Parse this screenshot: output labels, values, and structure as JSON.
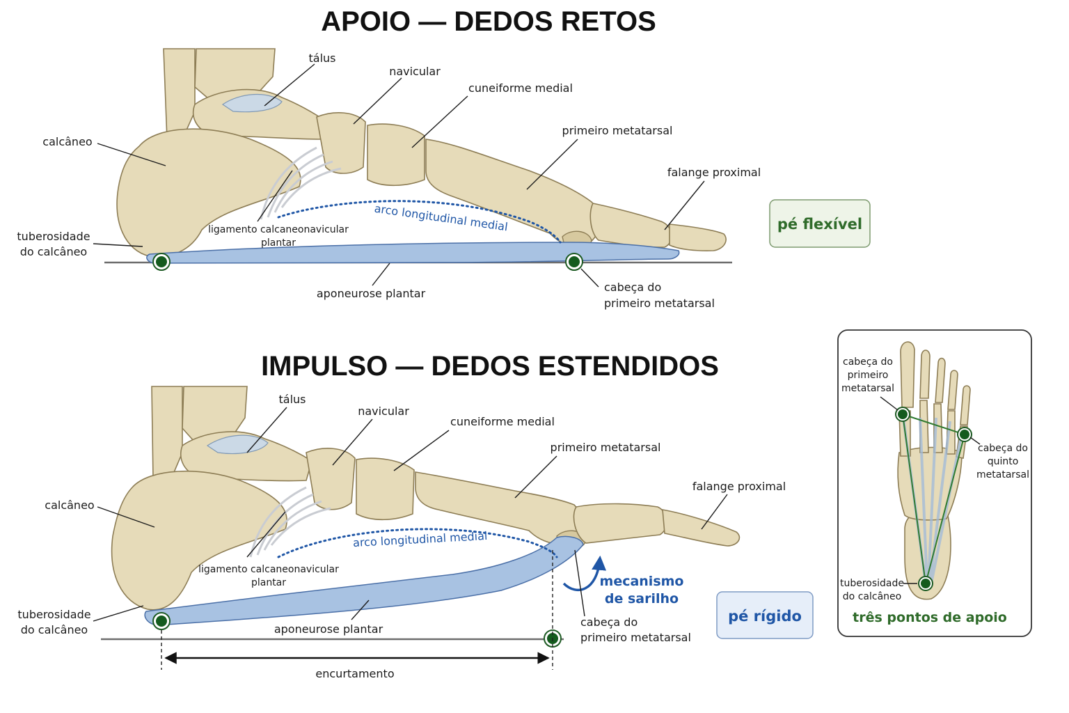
{
  "top_panel": {
    "title": "APOIO — DEDOS RETOS",
    "labels": {
      "talus": "tálus",
      "navicular": "navicular",
      "cuneiform": "cuneiforme medial",
      "first_metatarsal": "primeiro metatarsal",
      "proximal_phalanx": "falange proximal",
      "calcaneus": "calcâneo",
      "tuberosity_1": "tuberosidade",
      "tuberosity_2": "do calcâneo",
      "ligament_1": "ligamento calcaneonavicular",
      "ligament_2": "plantar",
      "arch": "arco longitudinal medial",
      "aponeurosis": "aponeurose plantar",
      "head_1": "cabeça do",
      "head_2": "primeiro metatarsal"
    },
    "badge": "pé flexível"
  },
  "bottom_panel": {
    "title": "IMPULSO — DEDOS ESTENDIDOS",
    "labels": {
      "talus": "tálus",
      "navicular": "navicular",
      "cuneiform": "cuneiforme medial",
      "first_metatarsal": "primeiro metatarsal",
      "proximal_phalanx": "falange proximal",
      "calcaneus": "calcâneo",
      "tuberosity_1": "tuberosidade",
      "tuberosity_2": "do calcâneo",
      "ligament_1": "ligamento calcaneonavicular",
      "ligament_2": "plantar",
      "arch": "arco longitudinal medial",
      "aponeurosis": "aponeurose plantar",
      "head_1": "cabeça do",
      "head_2": "primeiro metatarsal",
      "windlass_1": "mecanismo",
      "windlass_2": "de sarilho",
      "shortening": "encurtamento"
    },
    "badge": "pé rígido"
  },
  "inset": {
    "first_head_1": "cabeça do",
    "first_head_2": "primeiro",
    "first_head_3": "metatarsal",
    "fifth_head_1": "cabeça do",
    "fifth_head_2": "quinto",
    "fifth_head_3": "metatarsal",
    "tuberosity_1": "tuberosidade",
    "tuberosity_2": "do calcâneo",
    "caption": "três pontos de apoio"
  },
  "colors": {
    "bone": "#e6dbb9",
    "ligament_blue": "#a8c2e2",
    "accent_blue": "#1f56a6",
    "support_green": "#145b1e",
    "flexible_badge_bg": "#eef4e8",
    "rigid_badge_bg": "#e6eef9"
  }
}
